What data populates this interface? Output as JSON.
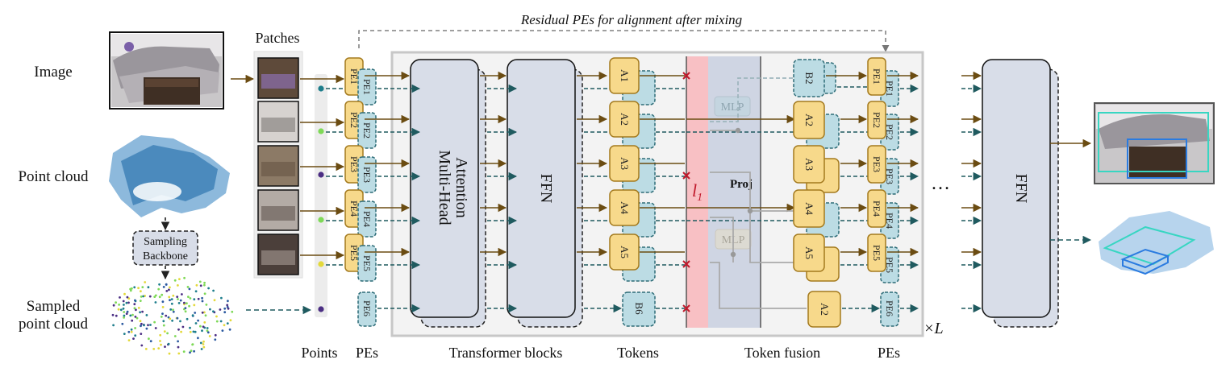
{
  "colors": {
    "backbone": "#d8dde8",
    "token_fill": "#f7d98b",
    "token_stroke": "#a47a1e",
    "pe_fill": "#bcdce4",
    "pe_stroke": "#2f6d78",
    "arrow_main": "#6b4c12",
    "arrow_dash": "#1f5a5f",
    "l1_band": "#f8c0c4",
    "proj_band": "#cfd5e3",
    "cross": "#c0182a",
    "point_colors": [
      "#1e7e8c",
      "#7ed957",
      "#4b2e83",
      "#7ed957",
      "#e3d93a",
      "#4b2e83"
    ]
  },
  "labels": {
    "residual": "Residual PEs for alignment after mixing",
    "patches": "Patches",
    "image": "Image",
    "point_cloud": "Point cloud",
    "sampling_backbone_line1": "Sampling",
    "sampling_backbone_line2": "Backbone",
    "sampled_line1": "Sampled",
    "sampled_line2": "point cloud",
    "mha_line1": "Multi-Head",
    "mha_line2": "Attention",
    "ffn": "FFN",
    "ffn_right": "FFN",
    "mlp_top": "MLP",
    "mlp_bottom": "MLP",
    "proj": "Proj",
    "l1": "l",
    "l1_sub": "1",
    "repeat": "×L",
    "ellipsis": "…",
    "bottom_points": "Points",
    "bottom_pes": "PEs",
    "bottom_transformer": "Transformer blocks",
    "bottom_tokens": "Tokens",
    "bottom_fusion": "Token fusion",
    "bottom_pes_right": "PEs"
  },
  "pe_labels": [
    "PE1",
    "PE2",
    "PE3",
    "PE4",
    "PE5",
    "PE6"
  ],
  "tokens_a": [
    "A1",
    "A2",
    "A3",
    "A4",
    "A5"
  ],
  "token_b6": "B6",
  "fusion_tokens": [
    "B2",
    "A2",
    "A3",
    "A4",
    "A5",
    "A2"
  ],
  "pe_labels_right": [
    "PE1",
    "PE2",
    "PE3",
    "PE4",
    "PE5",
    "PE6"
  ]
}
